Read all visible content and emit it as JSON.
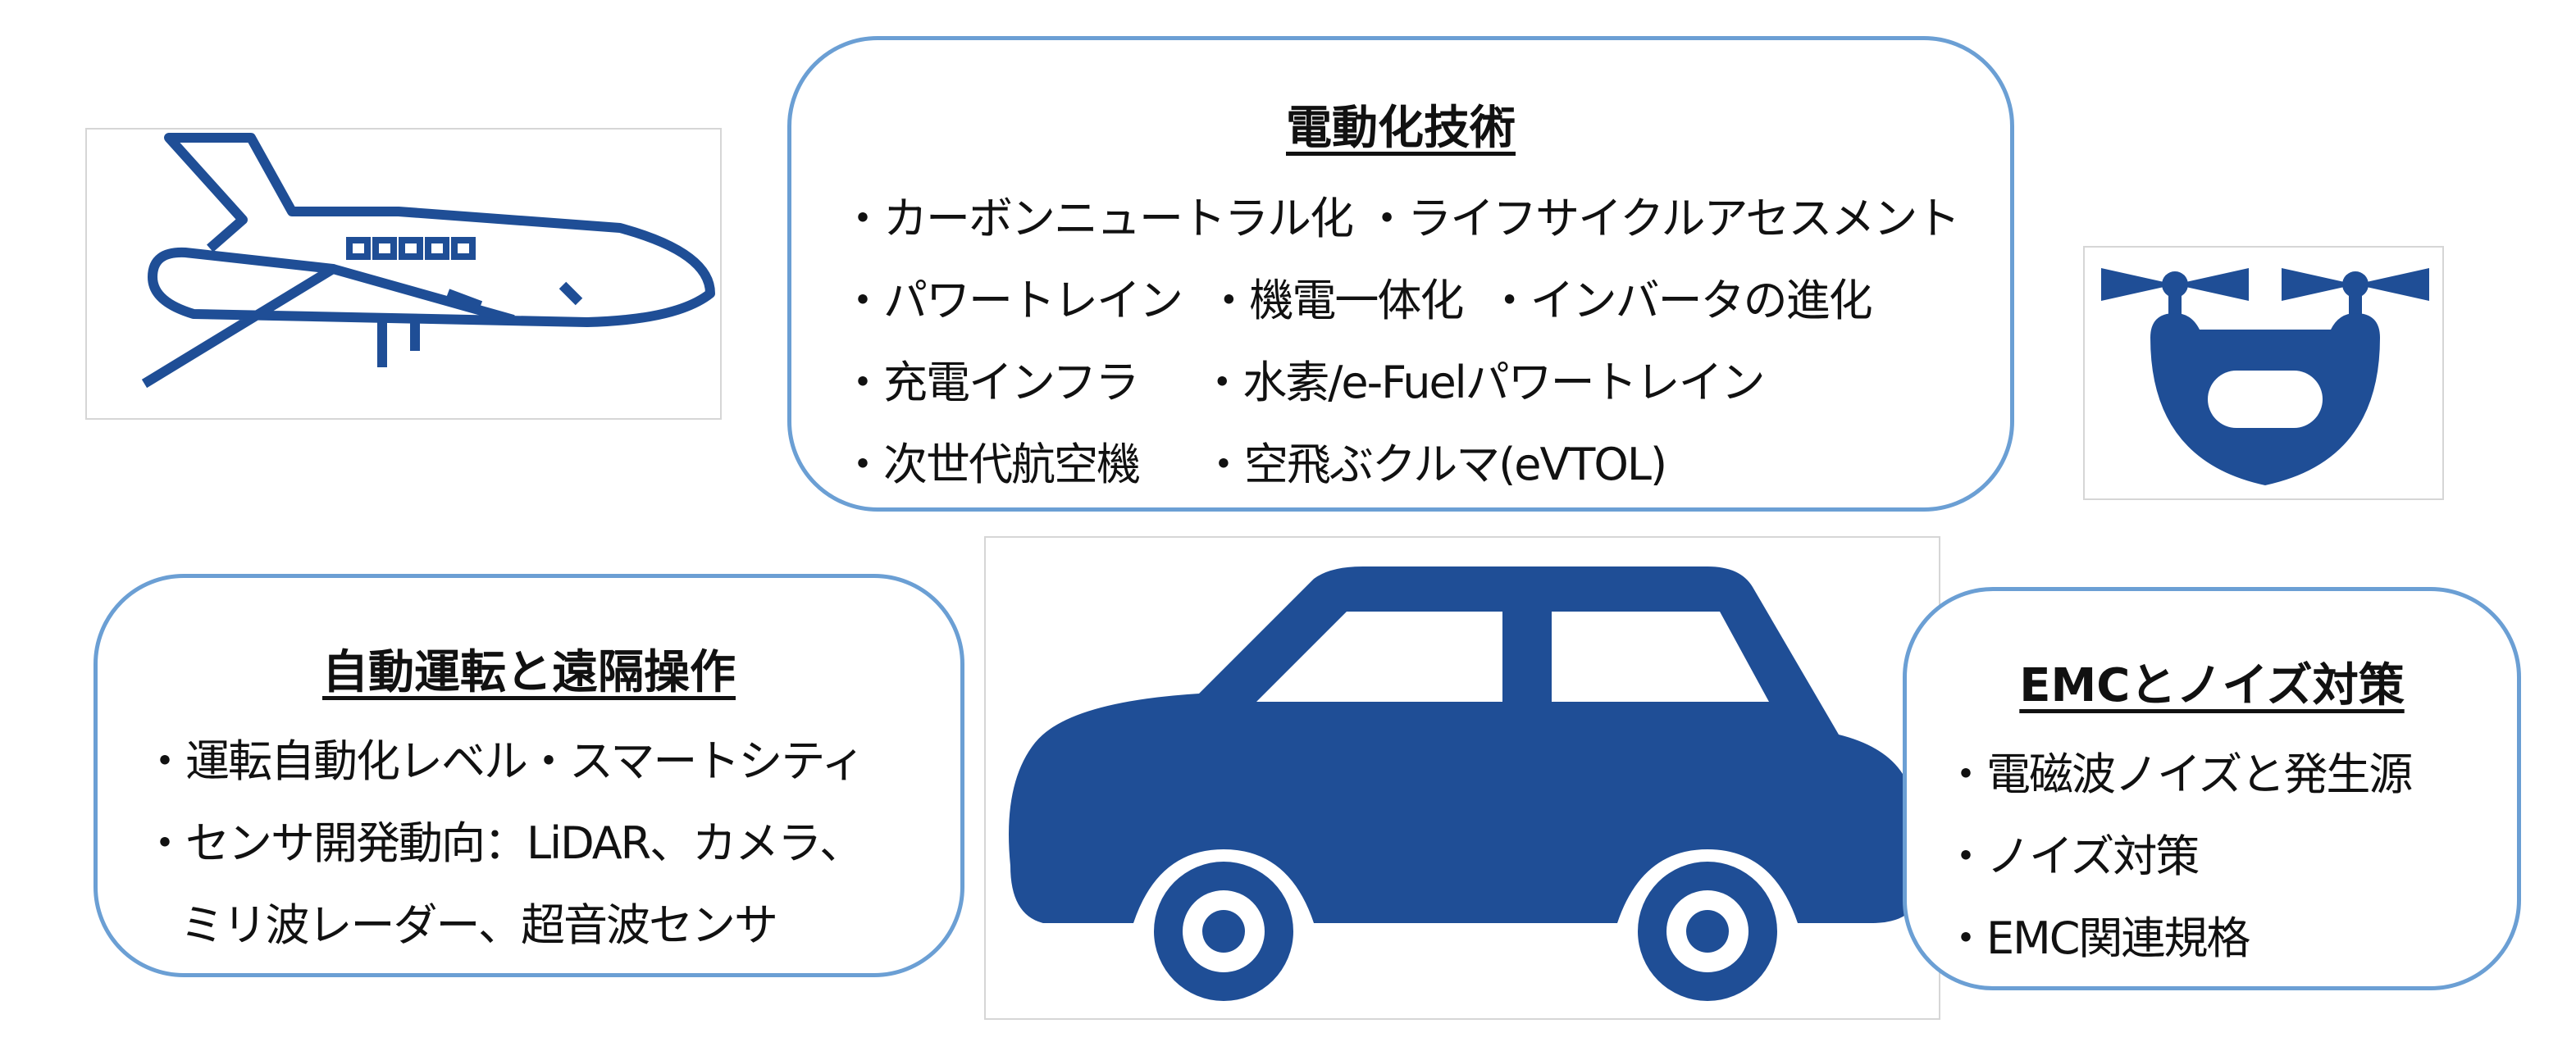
{
  "electrification": {
    "title": "電動化技術",
    "lines": [
      "・カーボンニュートラル化 ・ライフサイクルアセスメント",
      "・パワートレイン  ・機電一体化  ・インバータの進化",
      "・充電インフラ     ・水素/e-Fuelパワートレイン",
      "・次世代航空機     ・空飛ぶクルマ(eVTOL)"
    ]
  },
  "autonomous": {
    "title": "自動運転と遠隔操作",
    "lines": [
      "・運転自動化レベル・スマートシティ",
      "・センサ開発動向：LiDAR、カメラ、",
      "   ミリ波レーダー、超音波センサ"
    ]
  },
  "emc": {
    "title": "EMCとノイズ対策",
    "lines": [
      "・電磁波ノイズと発生源",
      "・ノイズ対策",
      "・EMC関連規格"
    ]
  },
  "colors": {
    "icon": "#1f4e96",
    "border": "#6b9fd4"
  }
}
